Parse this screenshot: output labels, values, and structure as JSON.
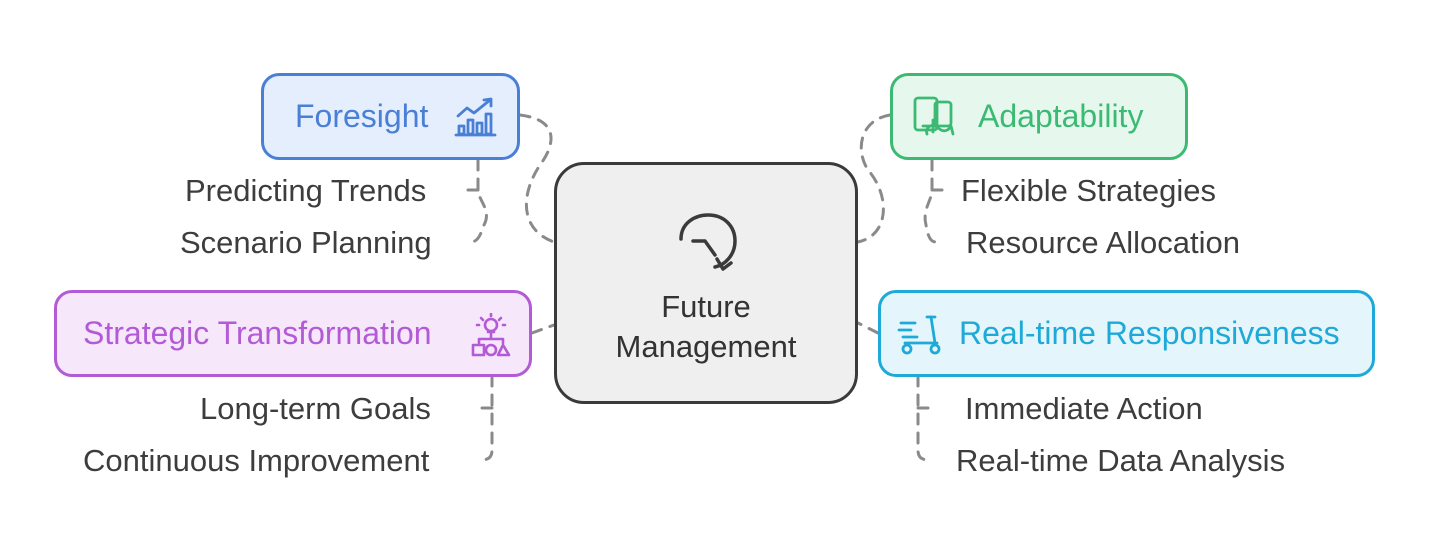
{
  "center": {
    "title": "Future\nManagement",
    "icon": "refresh-arrow-icon",
    "color": "#3a3a3a"
  },
  "nodes": {
    "foresight": {
      "label": "Foresight",
      "icon": "bar-chart-trend-icon",
      "color": "#4a7fd6",
      "fill": "#e4eefc",
      "items": [
        "Predicting Trends",
        "Scenario Planning"
      ]
    },
    "adaptability": {
      "label": "Adaptability",
      "icon": "devices-hand-icon",
      "color": "#3cba73",
      "fill": "#e6f8ee",
      "items": [
        "Flexible Strategies",
        "Resource Allocation"
      ]
    },
    "strategic": {
      "label": "Strategic Transformation",
      "icon": "idea-shapes-icon",
      "color": "#b35ad6",
      "fill": "#f6e7fb",
      "items": [
        "Long-term Goals",
        "Continuous Improvement"
      ]
    },
    "realtime": {
      "label": "Real-time Responsiveness",
      "icon": "scooter-icon",
      "color": "#1fa9d8",
      "fill": "#e4f6fc",
      "items": [
        "Immediate Action",
        "Real-time Data Analysis"
      ]
    }
  }
}
